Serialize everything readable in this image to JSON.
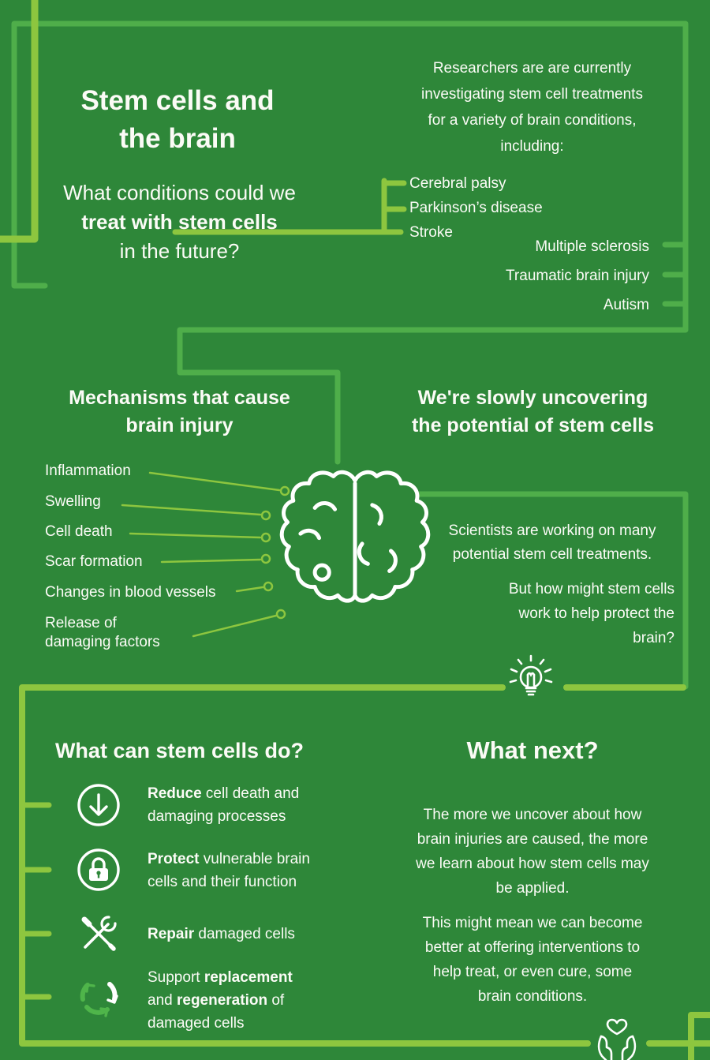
{
  "palette": {
    "background": "#2e8739",
    "accent_lime": "#8dc63f",
    "accent_green": "#4fae4a",
    "text": "#fbfbf6",
    "white": "#ffffff"
  },
  "intro": {
    "title_lines": [
      "Stem cells and",
      "the brain"
    ],
    "subtitle_rich": [
      {
        "t": "What conditions could we\n"
      },
      {
        "t": "treat with stem cells",
        "b": true
      },
      {
        "t": "\nin the future?"
      }
    ]
  },
  "research": {
    "text_lines": [
      "Researchers are are currently",
      "investigating stem cell treatments",
      "for a variety of brain conditions,",
      "including:"
    ]
  },
  "conditions": {
    "left": [
      "Cerebral palsy",
      "Parkinson’s disease",
      "Stroke"
    ],
    "right": [
      "Multiple sclerosis",
      "Traumatic brain injury",
      "Autism"
    ]
  },
  "mechanisms": {
    "heading_lines": [
      "Mechanisms that cause",
      "brain injury"
    ],
    "items": [
      "Inflammation",
      "Swelling",
      "Cell death",
      "Scar formation",
      "Changes in blood vessels",
      "Release of\ndamaging  factors"
    ],
    "brain_icon": "brain-icon"
  },
  "uncovering": {
    "heading_lines": [
      "We're slowly uncovering",
      "the potential of stem cells"
    ],
    "para1_lines": [
      "Scientists are working on many",
      "potential stem cell treatments."
    ],
    "para2_lines": [
      "But how might stem cells",
      "work to help protect the",
      "brain?"
    ],
    "bulb_icon": "lightbulb-icon"
  },
  "cando": {
    "heading": "What can stem cells do?",
    "items": [
      {
        "icon": "down-arrow-circle-icon",
        "rich": [
          {
            "t": "Reduce",
            "b": true
          },
          {
            "t": " cell death and\ndamaging processes"
          }
        ]
      },
      {
        "icon": "lock-icon",
        "rich": [
          {
            "t": "Protect",
            "b": true
          },
          {
            "t": " vulnerable brain\ncells and their function"
          }
        ]
      },
      {
        "icon": "tools-icon",
        "rich": [
          {
            "t": "Repair",
            "b": true
          },
          {
            "t": "  damaged cells"
          }
        ]
      },
      {
        "icon": "recycle-icon",
        "rich": [
          {
            "t": "Support "
          },
          {
            "t": "replacement",
            "b": true
          },
          {
            "t": "\nand  "
          },
          {
            "t": "regeneration",
            "b": true
          },
          {
            "t": " of\ndamaged cells"
          }
        ]
      }
    ]
  },
  "whatnext": {
    "heading": "What next?",
    "para1_lines": [
      "The more we uncover about how",
      "brain injuries are caused, the more",
      "we learn about how stem cells may",
      "be applied."
    ],
    "para2_lines": [
      "This might mean we can become",
      "better at offering interventions to",
      "help treat, or even cure, some",
      "brain conditions."
    ],
    "hands_icon": "hands-heart-icon"
  }
}
